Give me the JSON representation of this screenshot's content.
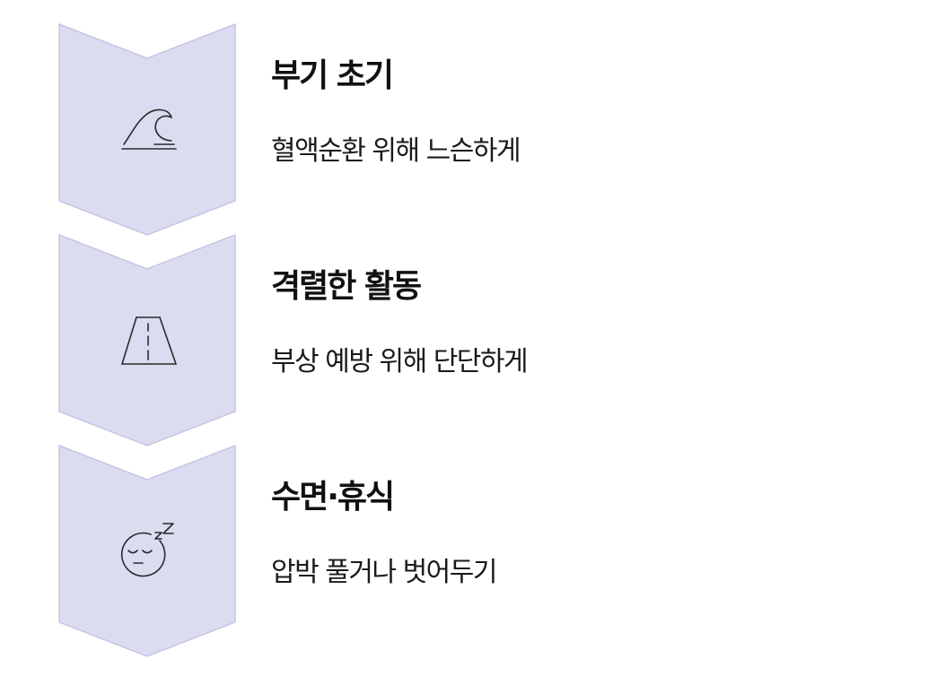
{
  "steps": [
    {
      "title": "부기 초기",
      "description": "혈액순환 위해 느슨하게",
      "icon": "wave-icon"
    },
    {
      "title": "격렬한 활동",
      "description": "부상 예방 위해 단단하게",
      "icon": "road-icon"
    },
    {
      "title": "수면·휴식",
      "description": "압박 풀거나 벗어두기",
      "icon": "sleeping-face-icon"
    }
  ],
  "colors": {
    "chevron_fill": "#dcdcf0",
    "chevron_stroke": "#c6c6e4",
    "icon": "#2a2a2a",
    "text": "#111111"
  }
}
